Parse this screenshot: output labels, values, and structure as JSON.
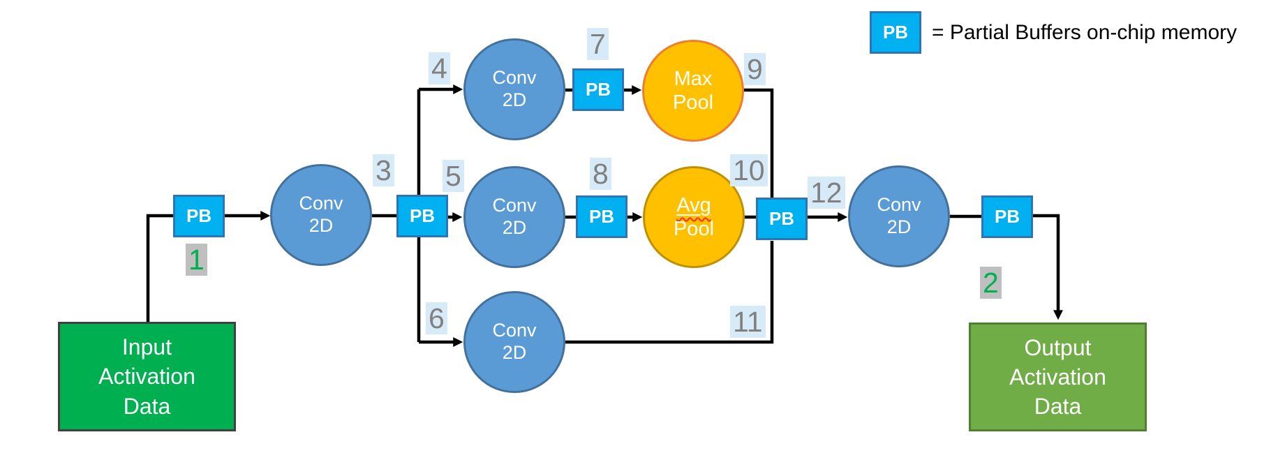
{
  "legend": {
    "pb_label": "PB",
    "text": "= Partial Buffers on-chip memory"
  },
  "nodes": {
    "pb_label": "PB",
    "conv": {
      "line1": "Conv",
      "line2": "2D"
    },
    "max_pool": {
      "line1": "Max",
      "line2": "Pool"
    },
    "avg_pool": {
      "line1": "Avg",
      "line2": "Pool"
    },
    "input": {
      "line1": "Input",
      "line2": "Activation",
      "line3": "Data"
    },
    "output": {
      "line1": "Output",
      "line2": "Activation",
      "line3": "Data"
    }
  },
  "steps": {
    "s1": "1",
    "s2": "2",
    "s3": "3",
    "s4": "4",
    "s5": "5",
    "s6": "6",
    "s7": "7",
    "s8": "8",
    "s9": "9",
    "s10": "10",
    "s11": "11",
    "s12": "12"
  },
  "colors": {
    "pb_fill": "#00B0F0",
    "pb_border": "#2E75B6",
    "conv_fill": "#5B9BD5",
    "conv_border": "#41719C",
    "pool_fill": "#FFC000",
    "max_pool_border": "#ED7D31",
    "avg_pool_border": "#BF9000",
    "input_fill": "#00B050",
    "output_fill": "#70AD47",
    "step_highlight": "#D6EBF7",
    "io_step_highlight": "#BFBFBF",
    "step_text": "#808080",
    "io_step_text": "#00B050",
    "wire": "#000000"
  }
}
